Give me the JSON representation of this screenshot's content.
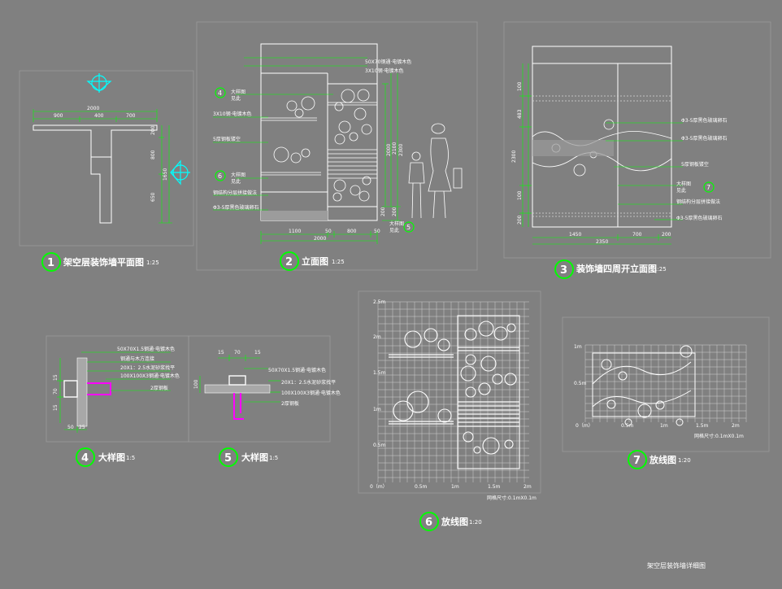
{
  "sheet_title": "架空层装饰墙详细图",
  "views": {
    "v1": {
      "number": "1",
      "caption": "架空层装饰墙平面图",
      "scale": "1:25",
      "dims": [
        "2000",
        "900",
        "400",
        "700",
        "200",
        "800",
        "1650",
        "650"
      ]
    },
    "v2": {
      "number": "2",
      "caption": "立面图",
      "scale": "1:25",
      "dims": [
        "1100",
        "50",
        "800",
        "50",
        "2000",
        "2000",
        "2100",
        "2300",
        "200",
        "200"
      ],
      "callout_4": "4",
      "callout_6": "6",
      "callout_5": "5",
      "labels": [
        "50X70钢通·电镀木色",
        "3X10钢·电镀木色",
        "大样图",
        "见此",
        "3X10钢·电镀木色",
        "5厚钢板镂空",
        "大样图",
        "见此",
        "钢结构分层拼接做法",
        "Φ3-5厚黑色玻璃卵石",
        "大样图",
        "见此"
      ]
    },
    "v3": {
      "number": "3",
      "caption": "装饰墙四周开立面图",
      "scale": "1:25",
      "dims": [
        "100",
        "483",
        "2300",
        "100",
        "200",
        "1450",
        "700",
        "200",
        "2350"
      ],
      "callout_7": "7",
      "labels": [
        "Φ3-5厚黑色玻璃卵石",
        "Φ3-5厚黑色玻璃卵石",
        "5厚钢板镂空",
        "大样图",
        "见此",
        "钢结构分层拼接做法",
        "Φ3-5厚黑色玻璃卵石"
      ]
    },
    "v4": {
      "number": "4",
      "caption": "大样图",
      "scale": "1:5",
      "dims": [
        "15",
        "70",
        "15",
        "50",
        "25"
      ],
      "labels": [
        "50X70X1.5钢通·电镀木色",
        "钢通与木方连接",
        "20X1：2.5水泥砂浆找平",
        "100X100X3钢通·电镀木色",
        "2厚钢板"
      ]
    },
    "v5": {
      "number": "5",
      "caption": "大样图",
      "scale": "1:5",
      "dims": [
        "15",
        "70",
        "15",
        "100"
      ],
      "labels": [
        "50X70X1.5钢通·电镀木色",
        "20X1：2.5水泥砂浆找平",
        "100X100X3钢通·电镀木色",
        "2厚钢板"
      ]
    },
    "v6": {
      "number": "6",
      "caption": "放线图",
      "scale": "1:20",
      "axis_y": [
        "2.5m",
        "2m",
        "1.5m",
        "1m",
        "0.5m"
      ],
      "axis_x": [
        "0（m）",
        "0.5m",
        "1m",
        "1.5m",
        "2m"
      ],
      "note": "网格尺寸:0.1mX0.1m"
    },
    "v7": {
      "number": "7",
      "caption": "放线图",
      "scale": "1:20",
      "axis_y": [
        "1m",
        "0.5m"
      ],
      "axis_x": [
        "0（m）",
        "0.5m",
        "1m",
        "1.5m",
        "2m"
      ],
      "note": "网格尺寸:0.1mX0.1m"
    }
  },
  "colors": {
    "background": "#808080",
    "line": "#ffffff",
    "callout": "#00ff00",
    "dim": "#00ff00",
    "highlight": "#00ffff",
    "detail": "#ff00ff"
  }
}
